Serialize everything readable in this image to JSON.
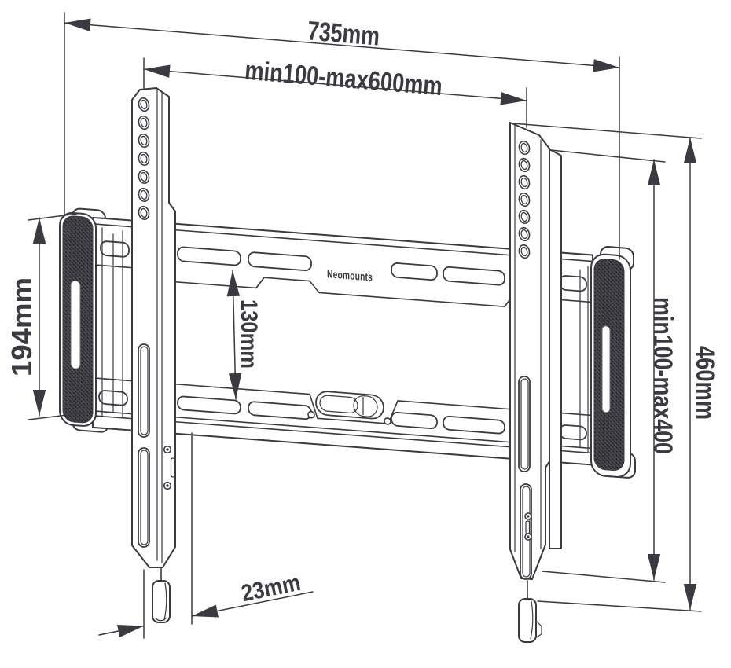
{
  "diagram": {
    "kind": "technical-dimension-drawing",
    "product": "flat TV wall mount (wall plate with two VESA brackets and pull straps)",
    "brand": "Neomounts",
    "labels": {
      "total_width": "735mm",
      "mount_width_range": "min100-max600mm",
      "plate_height": "194mm",
      "slot_spacing": "130mm",
      "mount_height_range": "min100-max400",
      "bracket_height": "460mm",
      "wall_offset": "23mm"
    },
    "colors": {
      "line": "#3a3a40",
      "pad_fill": "#2c2c30",
      "background": "#ffffff"
    }
  }
}
